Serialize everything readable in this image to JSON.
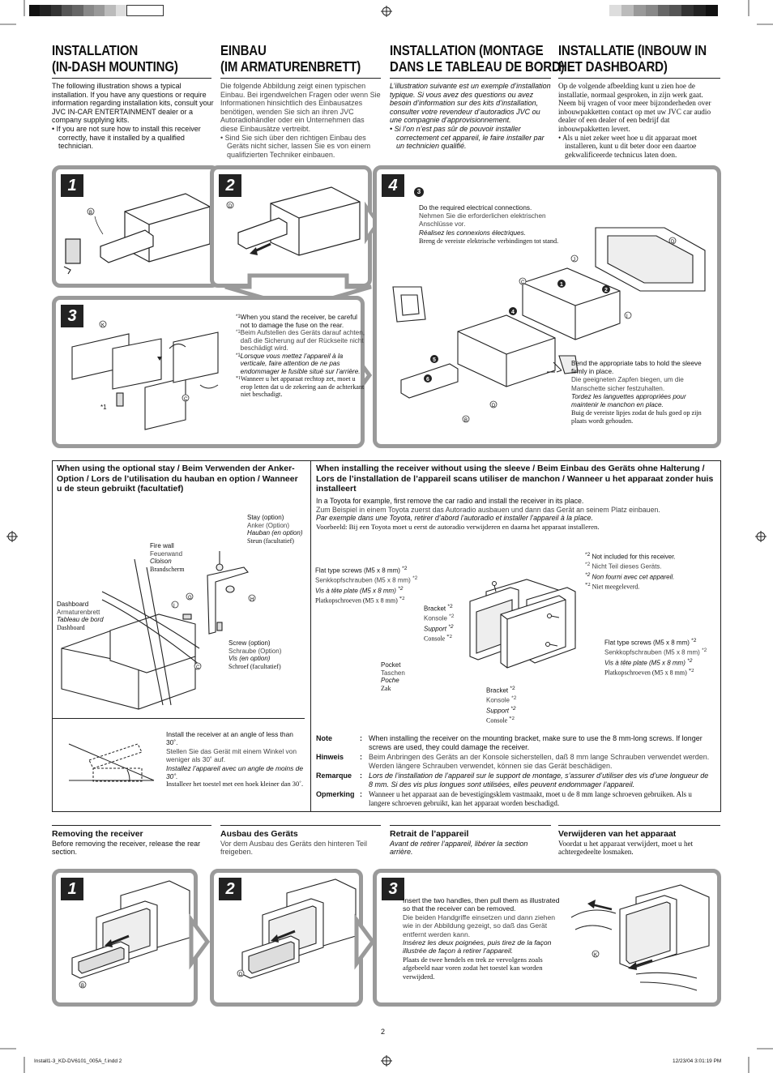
{
  "headers": {
    "en": [
      "INSTALLATION",
      "(IN-DASH MOUNTING)"
    ],
    "de": [
      "EINBAU",
      "(IM ARMATURENBRETT)"
    ],
    "fr": [
      "INSTALLATION (MONTAGE",
      "DANS LE TABLEAU DE BORD)"
    ],
    "nl": [
      "INSTALLATIE (INBOUW IN",
      "HET DASHBOARD)"
    ]
  },
  "intro": {
    "en": "The following illustration shows a typical installation. If you have any questions or require information regarding installation kits, consult your JVC IN-CAR ENTERTAINMENT dealer or a company supplying kits.",
    "en_bullet": "If you are not sure how to install this receiver correctly, have it installed by a qualified technician.",
    "de": "Die folgende Abbildung zeigt einen typischen Einbau. Bei irgendwelchen Fragen oder wenn Sie Informationen hinsichtlich des Einbausatzes benötigen, wenden Sie sich an ihren JVC Autoradiohändler oder ein Unternehmen das diese Einbausätze vertreibt.",
    "de_bullet": "Sind Sie sich über den richtigen Einbau des Geräts nicht sicher, lassen Sie es von einem qualifizierten Techniker einbauen.",
    "fr": "L’illustration suivante est un exemple d’installation typique. Si vous avez des questions ou avez besoin d’information sur des kits d’installation, consulter votre revendeur d’autoradios JVC ou une compagnie d’approvisionnement.",
    "fr_bullet": "Si l’on n’est pas sûr de pouvoir installer correctement cet appareil, le faire installer par un technicien qualifié.",
    "nl": "Op de volgende afbeelding kunt u zien hoe de installatie, normaal gesproken, in zijn werk gaat. Neem bij vragen of voor meer bijzonderheden over inbouwpakketten contact op met uw JVC car audio dealer of een dealer of een bedrijf dat inbouwpakketten levert.",
    "nl_bullet": "Als u niet zeker weet hoe u dit apparaat moet installeren, kunt u dit beter door een daartoe gekwalificeerde technicus laten doen."
  },
  "steps_top": [
    "1",
    "2",
    "3",
    "4"
  ],
  "step3_note": {
    "mark": "*1",
    "en": "When you stand the receiver, be careful not to damage the fuse on the rear.",
    "de": "Beim Aufstellen des Geräts darauf achten, daß die Sicherung auf der Rückseite nicht beschädigt wird.",
    "fr": "Lorsque vous mettez l’appareil à la verticale, faire attention de ne pas endommager le fusible situé sur l’arrière.",
    "nl": "Wanneer u het apparaat rechtop zet, moet u erop letten dat u de zekering aan de achterkant niet beschadigt.",
    "callout": "*1"
  },
  "step4": {
    "num3": "3",
    "en": "Do the required electrical connections.",
    "de": "Nehmen Sie die erforderlichen elektrischen Anschlüsse vor.",
    "fr": "Réalisez les connexions électriques.",
    "nl": "Breng de vereiste elektrische verbindingen tot stand.",
    "bend_en": "Bend the appropriate tabs to hold the sleeve firmly in place.",
    "bend_de": "Die geeigneten Zapfen biegen, um die Manschette sicher festzuhalten.",
    "bend_fr": "Tordez les languettes appropriées pour maintenir le manchon en place.",
    "bend_nl": "Buig de vereiste lipjes zodat de huls goed op zijn plaats wordt gehouden.",
    "nums": [
      "1",
      "2",
      "4",
      "5",
      "6"
    ]
  },
  "letters": {
    "B": "B",
    "C": "C",
    "D": "D",
    "I": "I",
    "J": "J",
    "K": "K",
    "G": "G",
    "H": "H"
  },
  "stay": {
    "title": "When using the optional stay / Beim Verwenden der Anker-Option / Lors de l’utilisation du hauban en option / Wanneer u de steun gebruikt (facultatief)",
    "stay_en": "Stay (option)",
    "stay_de": "Anker (Option)",
    "stay_fr": "Hauban (en option)",
    "stay_nl": "Steun (facultatief)",
    "fire_en": "Fire wall",
    "fire_de": "Feuerwand",
    "fire_fr": "Cloison",
    "fire_nl": "Brandscherm",
    "dash_en": "Dashboard",
    "dash_de": "Armaturenbrett",
    "dash_fr": "Tableau de bord",
    "dash_nl": "Dashboard",
    "screw_en": "Screw (option)",
    "screw_de": "Schraube (Option)",
    "screw_fr": "Vis (en option)",
    "screw_nl": "Schroef (facultatief)",
    "angle_en": "Install the receiver at an angle of less than 30˚.",
    "angle_de": "Stellen Sie das Gerät mit einem Winkel von weniger als 30˚ auf.",
    "angle_fr": "Installez l’appareil avec un angle de moins de 30˚.",
    "angle_nl": "Installeer het toestel met een hoek kleiner dan 30˚."
  },
  "nosleeve": {
    "title": "When installing the receiver without using the sleeve / Beim Einbau des Geräts ohne Halterung / Lors de l’installation de l’appareil scans utiliser de manchon / Wanneer u het apparaat zonder huis installeert",
    "en": "In a Toyota for example, first remove the car radio and install the receiver in its place.",
    "de": "Zum Beispiel in einem Toyota zuerst das Autoradio ausbauen und dann das Gerät an seinem Platz einbauen.",
    "fr": "Par exemple dans une Toyota, retirer d’abord l’autoradio et installer l’appareil à la place.",
    "nl": "Voorbeeld: Bij een Toyota moet u eerst de autoradio verwijderen en daarna het apparaat installeren.",
    "flat_en": "Flat type screws (M5 x 8 mm)",
    "flat_de": "Senkkopfschrauben (M5 x 8 mm)",
    "flat_fr": "Vis à tête plate (M5 x 8 mm)",
    "flat_nl": "Platkopschroeven (M5 x 8 mm)",
    "mark2": "*2",
    "ni_en": "Not included for this receiver.",
    "ni_de": "Nicht Teil dieses Geräts.",
    "ni_fr": "Non fourni avec cet appareil.",
    "ni_nl": "Niet meegeleverd.",
    "bracket_en": "Bracket",
    "bracket_de": "Konsole",
    "bracket_fr": "Support",
    "bracket_nl": "Console",
    "pocket_en": "Pocket",
    "pocket_de": "Taschen",
    "pocket_fr": "Poche",
    "pocket_nl": "Zak"
  },
  "notes": [
    {
      "key": "Note",
      "text": "When installing the receiver on the mounting bracket, make sure to use the 8 mm-long screws. If longer screws are used, they could damage the receiver.",
      "lang": "en"
    },
    {
      "key": "Hinweis",
      "text": "Beim Anbringen des Geräts an der Konsole sicherstellen, daß 8 mm lange Schrauben verwendet werden. Werden längere Schrauben verwendet, können sie das Gerät beschädigen.",
      "lang": "de"
    },
    {
      "key": "Remarque",
      "text": "Lors de l’installation de l’appareil sur le support de montage, s’assurer d’utiliser des vis d’une longueur de 8 mm. Si des vis plus longues sont utilisées, elles peuvent endommager l’appareil.",
      "lang": "fr"
    },
    {
      "key": "Opmerking",
      "text": "Wanneer u het apparaat aan de bevestigingsklem vastmaakt, moet u de 8 mm lange schroeven gebruiken. Als u langere schroeven gebruikt, kan het apparaat worden beschadigd.",
      "lang": "nl"
    }
  ],
  "colon": ":",
  "removing": {
    "en_title": "Removing the receiver",
    "en": "Before removing the receiver, release the rear section.",
    "de_title": "Ausbau des Geräts",
    "de": "Vor dem Ausbau des Geräts den hinteren Teil freigeben.",
    "fr_title": "Retrait de l’appareil",
    "fr": "Avant de retirer l’appareil, libérer la section arrière.",
    "nl_title": "Verwijderen van het apparaat",
    "nl": "Voordat u het apparaat verwijdert, moet u het achtergedeelte losmaken."
  },
  "steps_bottom": [
    "1",
    "2",
    "3"
  ],
  "handles": {
    "en": "Insert the two handles, then pull them as illustrated so that the receiver can be removed.",
    "de": "Die beiden Handgriffe einsetzen und dann ziehen wie in der Abbildung gezeigt, so daß das Gerät entfernt werden kann.",
    "fr": "Insérez les deux poignées, puis tirez de la façon illustrée de façon à retirer l’appareil.",
    "nl": "Plaats de twee hendels en trek ze vervolgens zoals afgebeeld naar voren zodat het toestel kan worden verwijderd."
  },
  "page_number": "2",
  "footer_left": "Install1-3_KD-DV6101_005A_f.indd   2",
  "footer_right": "12/23/04   3:01:19 PM"
}
